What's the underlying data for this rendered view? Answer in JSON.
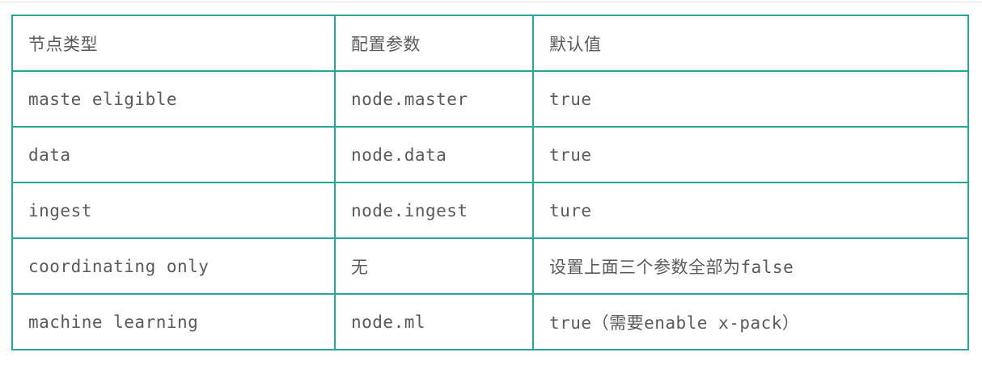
{
  "page": {
    "background_color": "#ffffff",
    "top_divider_color": "#dcdcdc"
  },
  "table": {
    "border_color": "#26A69A",
    "text_color": "#5a5a5a",
    "headers": {
      "node_type": "节点类型",
      "config_param": "配置参数",
      "default_value": "默认值"
    },
    "rows": [
      {
        "node_type": "maste eligible",
        "config_param": "node.master",
        "default_value": "true"
      },
      {
        "node_type": "data",
        "config_param": "node.data",
        "default_value": "true"
      },
      {
        "node_type": "ingest",
        "config_param": "node.ingest",
        "default_value": "ture"
      },
      {
        "node_type": "coordinating only",
        "config_param": "无",
        "default_value": "设置上面三个参数全部为false"
      },
      {
        "node_type": "machine learning",
        "config_param": "node.ml",
        "default_value": "true（需要enable x-pack）"
      }
    ]
  }
}
